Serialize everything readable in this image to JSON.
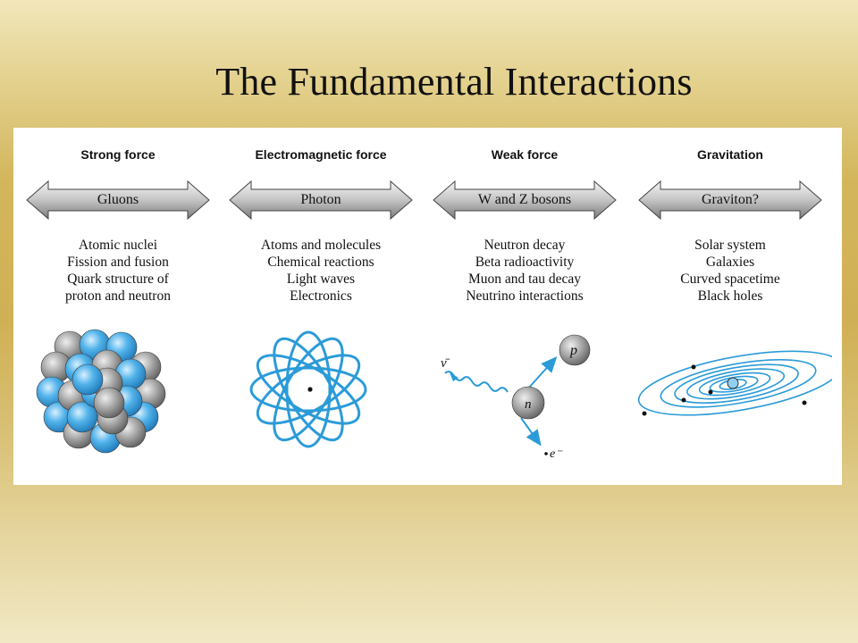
{
  "slide": {
    "title": "The Fundamental Interactions"
  },
  "forces": [
    {
      "name": "Strong force",
      "boson": "Gluons",
      "examples": [
        "Atomic nuclei",
        "Fission and fusion",
        "Quark structure of",
        "proton and neutron"
      ]
    },
    {
      "name": "Electromagnetic force",
      "boson": "Photon",
      "examples": [
        "Atoms and molecules",
        "Chemical reactions",
        "Light waves",
        "Electronics"
      ]
    },
    {
      "name": "Weak force",
      "boson": "W and Z bosons",
      "examples": [
        "Neutron decay",
        "Beta radioactivity",
        "Muon and tau decay",
        "Neutrino interactions"
      ]
    },
    {
      "name": "Gravitation",
      "boson": "Graviton?",
      "examples": [
        "Solar system",
        "Galaxies",
        "Curved spacetime",
        "Black holes"
      ]
    }
  ],
  "decay_labels": {
    "proton": "p",
    "neutron": "n",
    "antineutrino": "ν̄",
    "electron": "e⁻"
  },
  "colors": {
    "nucleon_blue": "#3aa0dc",
    "nucleon_gray": "#9a9a9a",
    "orbit_blue": "#2b9bd8"
  }
}
